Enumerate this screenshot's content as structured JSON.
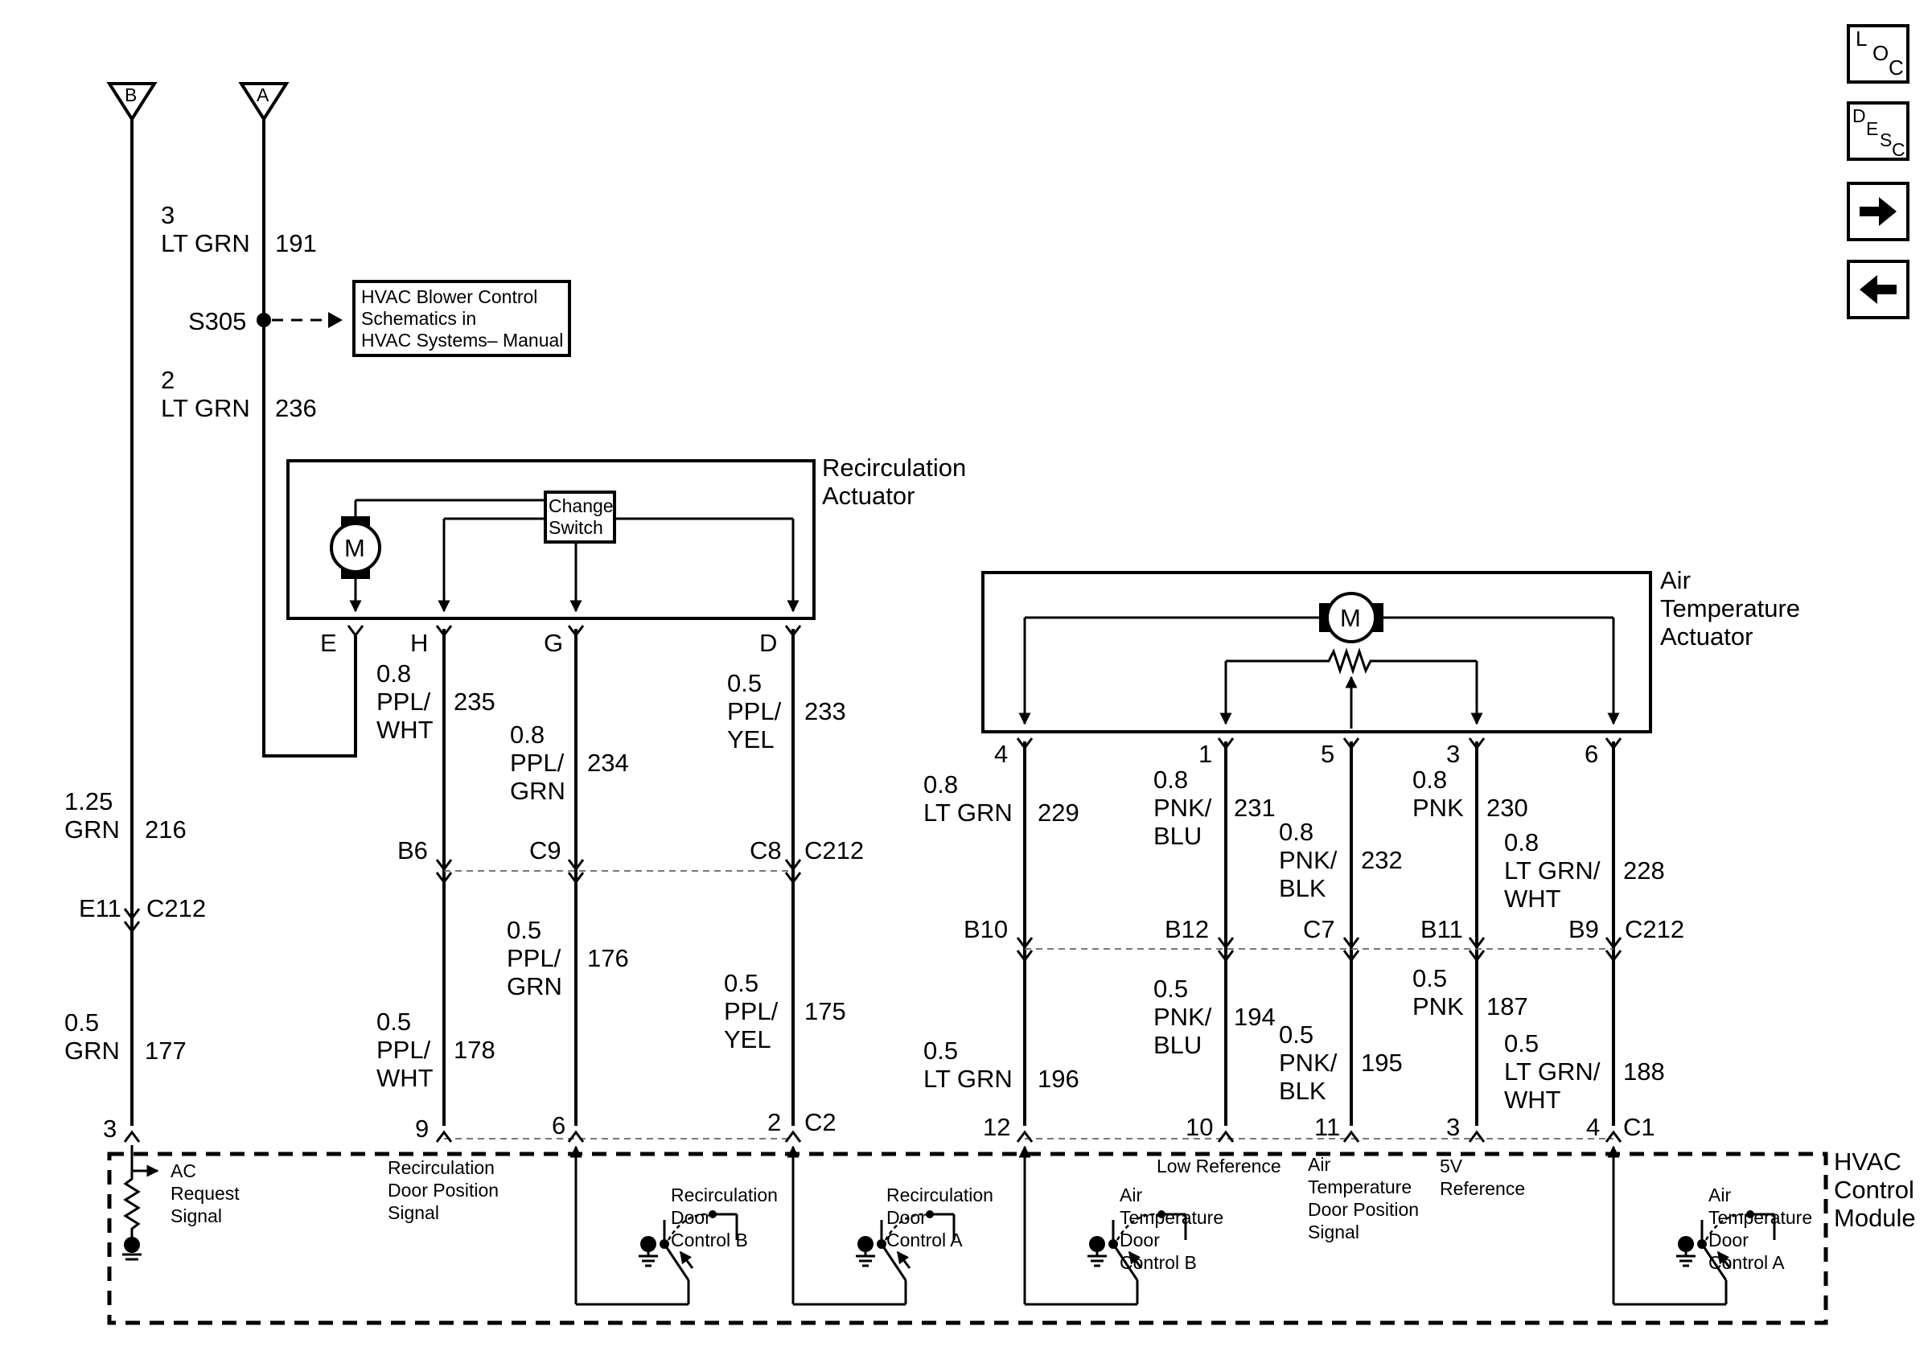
{
  "nav": {
    "loc": {
      "a": "L",
      "b": "O",
      "c": "C"
    },
    "desc": {
      "a": "D",
      "b": "E",
      "c": "S",
      "d": "C"
    }
  },
  "top_connectors": {
    "b": "B",
    "a": "A"
  },
  "wire_b": {
    "upper": {
      "gauge": "1.25",
      "color": "GRN",
      "circuit": "216"
    },
    "connector": {
      "pin": "E11",
      "name": "C212"
    },
    "lower": {
      "gauge": "0.5",
      "color": "GRN",
      "circuit": "177"
    },
    "module_pin": "3"
  },
  "wire_a": {
    "upper": {
      "gauge": "3",
      "color": "LT GRN",
      "circuit": "191"
    },
    "splice": "S305",
    "lower": {
      "gauge": "2",
      "color": "LT GRN",
      "circuit": "236"
    }
  },
  "reference_box": {
    "l1": "HVAC Blower Control",
    "l2": "Schematics in",
    "l3": "HVAC Systems– Manual"
  },
  "recirc_actuator": {
    "title1": "Recirculation",
    "title2": "Actuator",
    "motor": "M",
    "switch1": "Change",
    "switch2": "Switch",
    "pins": {
      "e": "E",
      "h": "H",
      "g": "G",
      "d": "D"
    }
  },
  "recirc_wires": {
    "h_upper": {
      "gauge": "0.8",
      "c1": "PPL/",
      "c2": "WHT",
      "circuit": "235"
    },
    "g_upper": {
      "gauge": "0.8",
      "c1": "PPL/",
      "c2": "GRN",
      "circuit": "234"
    },
    "d_upper": {
      "gauge": "0.5",
      "c1": "PPL/",
      "c2": "YEL",
      "circuit": "233"
    },
    "c212": {
      "h": "B6",
      "g": "C9",
      "d": "C8",
      "name": "C212"
    },
    "h_lower": {
      "gauge": "0.5",
      "c1": "PPL/",
      "c2": "WHT",
      "circuit": "178"
    },
    "g_lower": {
      "gauge": "0.5",
      "c1": "PPL/",
      "c2": "GRN",
      "circuit": "176"
    },
    "d_lower": {
      "gauge": "0.5",
      "c1": "PPL/",
      "c2": "YEL",
      "circuit": "175"
    },
    "c2": {
      "h": "9",
      "g": "6",
      "d": "2",
      "name": "C2"
    }
  },
  "air_actuator": {
    "title1": "Air",
    "title2": "Temperature",
    "title3": "Actuator",
    "motor": "M",
    "pins": {
      "p4": "4",
      "p1": "1",
      "p5": "5",
      "p3": "3",
      "p6": "6"
    }
  },
  "air_wires": {
    "w4_upper": {
      "gauge": "0.8",
      "color": "LT GRN",
      "circuit": "229"
    },
    "w1_upper": {
      "gauge": "0.8",
      "c1": "PNK/",
      "c2": "BLU",
      "circuit": "231"
    },
    "w5_upper": {
      "gauge": "0.8",
      "c1": "PNK/",
      "c2": "BLK",
      "circuit": "232"
    },
    "w3_upper": {
      "gauge": "0.8",
      "color": "PNK",
      "circuit": "230"
    },
    "w6_upper": {
      "gauge": "0.8",
      "c1": "LT GRN/",
      "c2": "WHT",
      "circuit": "228"
    },
    "c212": {
      "p4": "B10",
      "p1": "B12",
      "p5": "C7",
      "p3": "B11",
      "p6": "B9",
      "name": "C212"
    },
    "w4_lower": {
      "gauge": "0.5",
      "color": "LT GRN",
      "circuit": "196"
    },
    "w1_lower": {
      "gauge": "0.5",
      "c1": "PNK/",
      "c2": "BLU",
      "circuit": "194"
    },
    "w5_lower": {
      "gauge": "0.5",
      "c1": "PNK/",
      "c2": "BLK",
      "circuit": "195"
    },
    "w3_lower": {
      "gauge": "0.5",
      "color": "PNK",
      "circuit": "187"
    },
    "w6_lower": {
      "gauge": "0.5",
      "c1": "LT GRN/",
      "c2": "WHT",
      "circuit": "188"
    },
    "c1": {
      "p4": "12",
      "p1": "10",
      "p5": "11",
      "p3": "3",
      "p6": "4",
      "name": "C1"
    }
  },
  "module": {
    "title1": "HVAC",
    "title2": "Control",
    "title3": "Module",
    "ac_request": {
      "l1": "AC",
      "l2": "Request",
      "l3": "Signal"
    },
    "recirc_pos": {
      "l1": "Recirculation",
      "l2": "Door Position",
      "l3": "Signal"
    },
    "recirc_b": {
      "l1": "Recirculation",
      "l2": "Door",
      "l3": "Control B"
    },
    "recirc_a": {
      "l1": "Recirculation",
      "l2": "Door",
      "l3": "Control A"
    },
    "air_b": {
      "l1": "Air",
      "l2": "Temperature",
      "l3": "Door",
      "l4": "Control B"
    },
    "low_ref": "Low Reference",
    "air_pos": {
      "l1": "Air",
      "l2": "Temperature",
      "l3": "Door Position",
      "l4": "Signal"
    },
    "ref5v": {
      "l1": "5V",
      "l2": "Reference"
    },
    "air_a": {
      "l1": "Air",
      "l2": "Temperature",
      "l3": "Door",
      "l4": "Control A"
    }
  }
}
